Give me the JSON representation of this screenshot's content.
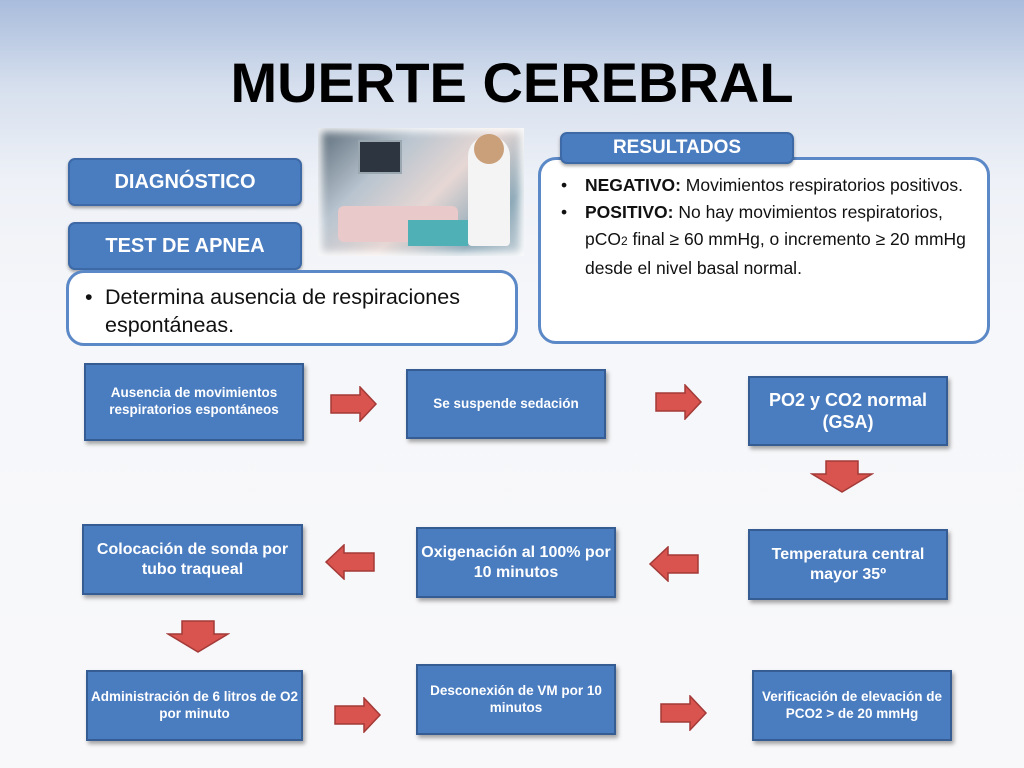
{
  "title": "MUERTE CEREBRAL",
  "photo": {
    "description_icon": "icu-patient-photo"
  },
  "tags": {
    "diagnostico": "DIAGNÓSTICO",
    "test_apnea": "TEST DE APNEA",
    "resultados": "RESULTADOS"
  },
  "left_panel": {
    "bullet": "Determina ausencia de respiraciones espontáneas."
  },
  "results": {
    "negative_label": "NEGATIVO:",
    "negative_text": " Movimientos respiratorios positivos.",
    "positive_label": "POSITIVO:",
    "positive_text_1": " No hay movimientos respiratorios, pCO",
    "positive_sub": "2",
    "positive_text_2": " final ≥ 60 mmHg, o incremento ≥ 20 mmHg desde el nivel basal normal."
  },
  "flow": {
    "step1": "Ausencia de movimientos respiratorios espontáneos",
    "step2": "Se suspende sedación",
    "step3": "PO2 y CO2 normal (GSA)",
    "step4": "Temperatura central mayor 35º",
    "step5": "Oxigenación al 100% por 10 minutos",
    "step6": "Colocación de sonda por tubo traqueal",
    "step7": "Administración de 6 litros de O2 por minuto",
    "step8": "Desconexión de VM por 10 minutos",
    "step9": "Verificación de elevación de PCO2 > de 20 mmHg"
  },
  "colors": {
    "box_fill": "#4a7cc0",
    "arrow_fill": "#d9534f",
    "panel_border": "#5b88c6"
  }
}
